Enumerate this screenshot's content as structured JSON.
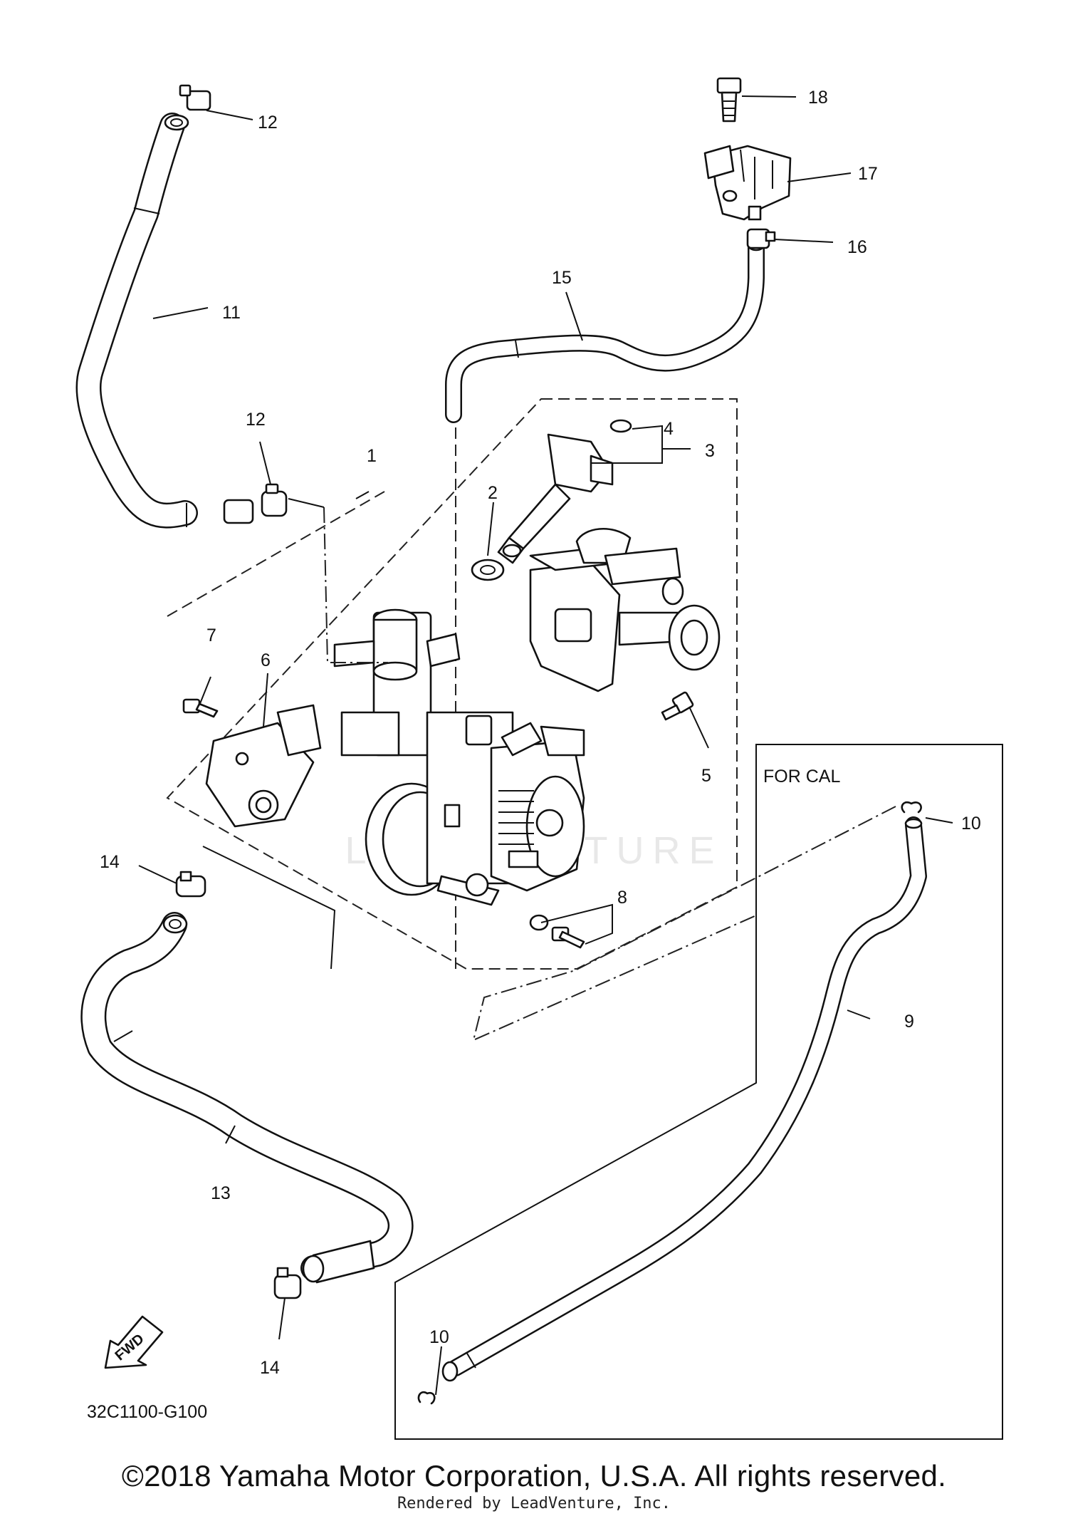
{
  "diagram": {
    "callouts": {
      "p1": "1",
      "p2": "2",
      "p3": "3",
      "p4": "4",
      "p5": "5",
      "p6": "6",
      "p7": "7",
      "p8": "8",
      "p9": "9",
      "p10a": "10",
      "p10b": "10",
      "p11": "11",
      "p12a": "12",
      "p12b": "12",
      "p13": "13",
      "p14a": "14",
      "p14b": "14",
      "p15": "15",
      "p16": "16",
      "p17": "17",
      "p18": "18"
    },
    "box_label": "FOR CAL",
    "fwd_label": "FWD",
    "diagram_code": "32C1100-G100",
    "watermark": "LEADVENTURE"
  },
  "footer": {
    "copyright": "©2018 Yamaha Motor Corporation, U.S.A. All rights reserved.",
    "rendered_by": "Rendered by LeadVenture, Inc."
  }
}
